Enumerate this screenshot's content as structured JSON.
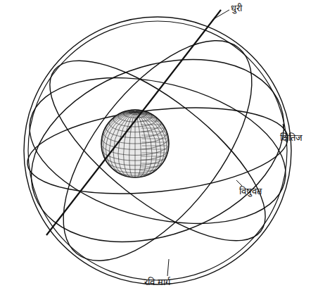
{
  "diagram": {
    "labels": [
      "धुरी",
      "क्षितिज",
      "विषुवत",
      "रवि मार्ग"
    ]
  }
}
